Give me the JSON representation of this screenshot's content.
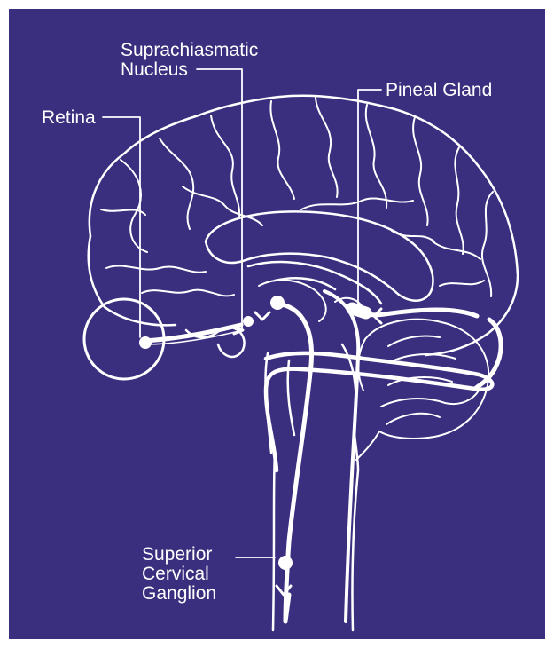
{
  "labels": {
    "suprachiasmatic": [
      "Suprachiasmatic",
      "Nucleus"
    ],
    "pineal": "Pineal Gland",
    "retina": "Retina",
    "scg": [
      "Superior",
      "Cervical",
      "Ganglion"
    ]
  },
  "colors": {
    "background": "#3a2e7e",
    "line": "#ffffff"
  }
}
